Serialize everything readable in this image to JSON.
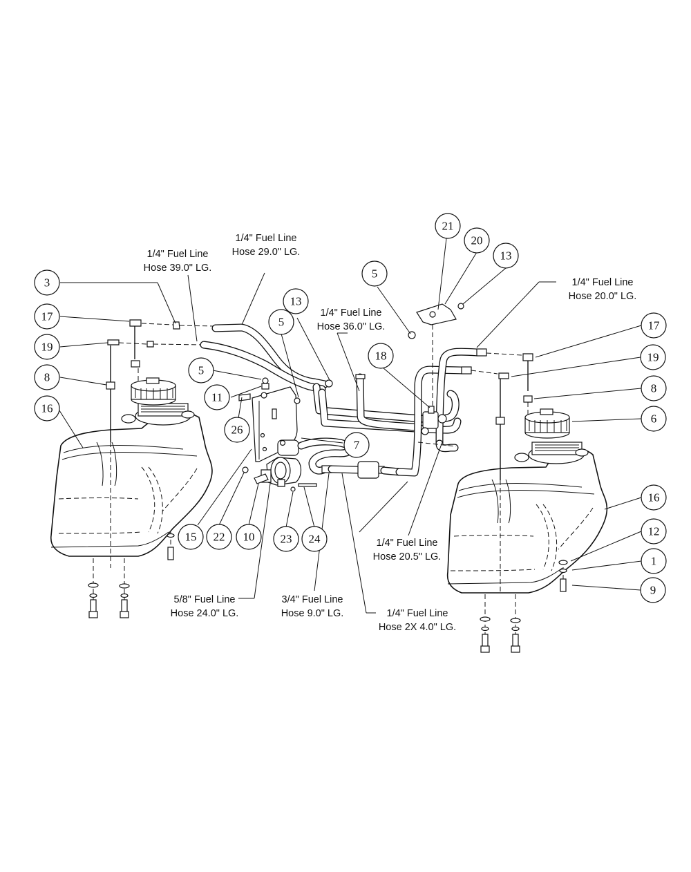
{
  "callouts": {
    "c3": "3",
    "c17l": "17",
    "c19l": "19",
    "c8l": "8",
    "c16l": "16",
    "c5a": "5",
    "c11": "11",
    "c26": "26",
    "c15": "15",
    "c22": "22",
    "c10": "10",
    "c23": "23",
    "c24": "24",
    "c7": "7",
    "c13a": "13",
    "c5b": "5",
    "c5c": "5",
    "c21": "21",
    "c20": "20",
    "c13b": "13",
    "c18": "18",
    "c17r": "17",
    "c19r": "19",
    "c8r": "8",
    "c6": "6",
    "c16r": "16",
    "c12": "12",
    "c1": "1",
    "c9": "9"
  },
  "labels": {
    "h39_l1": "1/4\" Fuel Line",
    "h39_l2": "Hose 39.0\" LG.",
    "h29_l1": "1/4\" Fuel Line",
    "h29_l2": "Hose 29.0\" LG.",
    "h36_l1": "1/4\" Fuel Line",
    "h36_l2": "Hose 36.0\" LG.",
    "h20_l1": "1/4\" Fuel Line",
    "h20_l2": "Hose 20.0\" LG.",
    "h205_l1": "1/4\" Fuel Line",
    "h205_l2": "Hose 20.5\" LG.",
    "h24_l1": "5/8\" Fuel Line",
    "h24_l2": "Hose 24.0\" LG.",
    "h9_l1": "3/4\" Fuel Line",
    "h9_l2": "Hose 9.0\" LG.",
    "h2x_l1": "1/4\" Fuel Line",
    "h2x_l2": "Hose 2X 4.0\" LG."
  }
}
